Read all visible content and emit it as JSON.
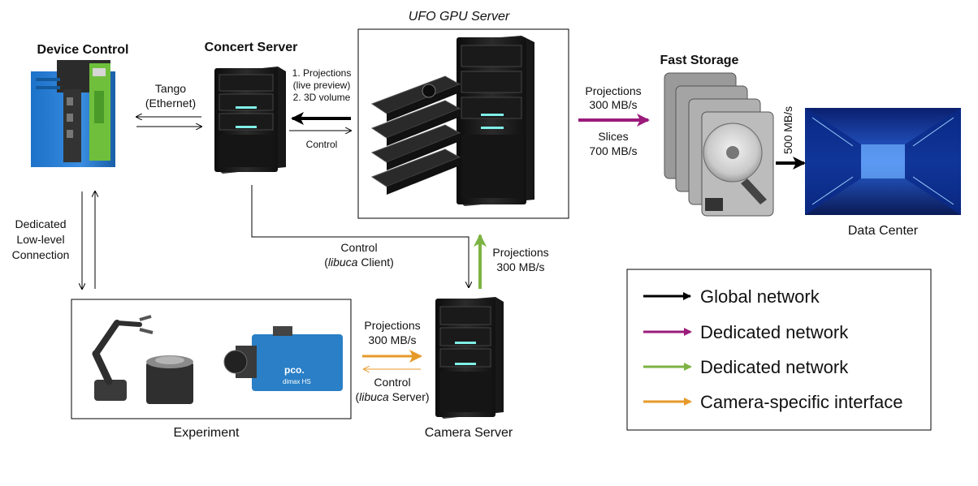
{
  "nodes": {
    "device_control": "Device Control",
    "concert_server": "Concert Server",
    "ufo_gpu_server": "UFO GPU Server",
    "fast_storage": "Fast Storage",
    "data_center": "Data Center",
    "experiment": "Experiment",
    "camera_server": "Camera Server"
  },
  "links": {
    "tango_l1": "Tango",
    "tango_l2": "(Ethernet)",
    "concert_ufo_l1": "1. Projections",
    "concert_ufo_l2": "(live preview)",
    "concert_ufo_l3": "2. 3D volume",
    "concert_ufo_control": "Control",
    "ufo_storage_proj_l1": "Projections",
    "ufo_storage_proj_l2": "300 MB/s",
    "ufo_storage_slices_l1": "Slices",
    "ufo_storage_slices_l2": "700 MB/s",
    "storage_datacenter": "500 MB/s",
    "dedicated_l1": "Dedicated",
    "dedicated_l2": "Low-level",
    "dedicated_l3": "Connection",
    "control_client_l1": "Control",
    "control_client_italic": "libuca",
    "control_client_rest": " Client)",
    "camera_ufo_l1": "Projections",
    "camera_ufo_l2": "300 MB/s",
    "exp_camera_l1": "Projections",
    "exp_camera_l2": "300 MB/s",
    "exp_control_l1": "Control",
    "exp_control_italic": "libuca",
    "exp_control_rest": " Server)"
  },
  "camera_logo": "pco.",
  "camera_model": "dimax HS",
  "legend": [
    {
      "label": "Global network",
      "color": "#000000"
    },
    {
      "label": "Dedicated network",
      "color": "#9b1b7b"
    },
    {
      "label": "Dedicated network",
      "color": "#7cb342"
    },
    {
      "label": "Camera-specific interface",
      "color": "#e69a2a"
    }
  ],
  "colors": {
    "global": "#000000",
    "dedicated_purple": "#9b1b7b",
    "dedicated_green": "#7cb342",
    "camera_orange": "#e69a2a"
  }
}
